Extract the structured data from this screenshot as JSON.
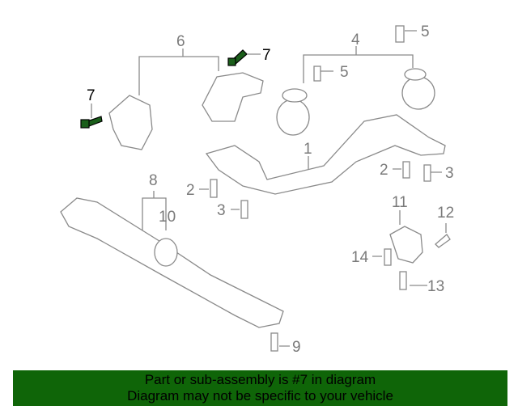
{
  "callouts": {
    "c6": "6",
    "c7a": "7",
    "c7b": "7",
    "c4": "4",
    "c5a": "5",
    "c5b": "5",
    "c1": "1",
    "c2a": "2",
    "c3a": "3",
    "c2b": "2",
    "c3b": "3",
    "c8": "8",
    "c10": "10",
    "c11": "11",
    "c12": "12",
    "c14": "14",
    "c13": "13",
    "c9": "9"
  },
  "banner": {
    "line1": "Part or sub-assembly is #7 in diagram",
    "line2": "Diagram may not be specific to your vehicle"
  },
  "colors": {
    "banner": "#0f6508",
    "highlight": "#1a5e1a",
    "lines": "#8a8a8a"
  }
}
